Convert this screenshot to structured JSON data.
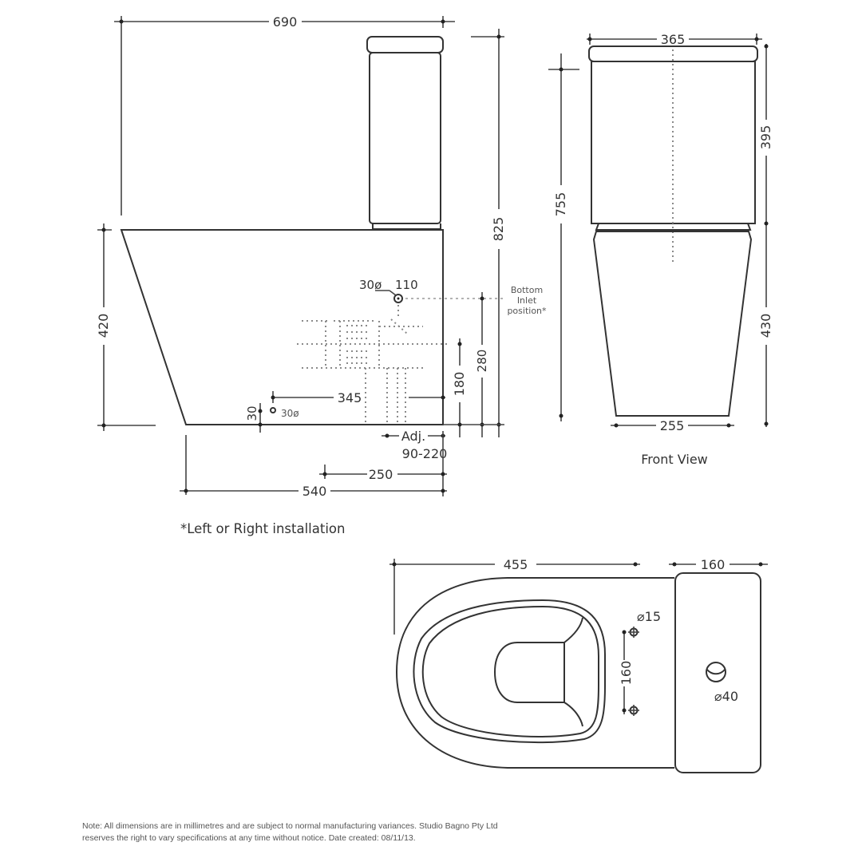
{
  "side_view": {
    "overall_length": "690",
    "overall_height": "825",
    "pan_height": "420",
    "inlet_diameter_top": "30ø",
    "inlet_offset_top": "110",
    "bottom_inlet_label_line1": "Bottom",
    "bottom_inlet_label_line2": "Inlet",
    "bottom_inlet_label_line3": "position*",
    "inlet_height": "280",
    "waste_height": "180",
    "waste_distance": "345",
    "bottom_inlet_offset": "30",
    "inlet_diameter_bottom": "30ø",
    "adjustable_label": "Adj.",
    "adjustable_range": "90-220",
    "dim_250": "250",
    "footprint_length": "540",
    "installation_note": "*Left or Right installation"
  },
  "front_view": {
    "title": "Front View",
    "cistern_width": "365",
    "overall_height": "755",
    "cistern_height": "395",
    "pan_height": "430",
    "base_width": "255"
  },
  "top_view": {
    "pan_length": "455",
    "cistern_depth": "160",
    "seat_hole_diameter": "⌀15",
    "seat_hole_spacing": "160",
    "button_diameter": "⌀40"
  },
  "footer": {
    "line1": "Note: All dimensions are in millimetres and are subject to normal manufacturing variances. Studio Bagno Pty Ltd",
    "line2": "reserves the right to vary specifications at any time without notice. Date created: 08/11/13."
  }
}
